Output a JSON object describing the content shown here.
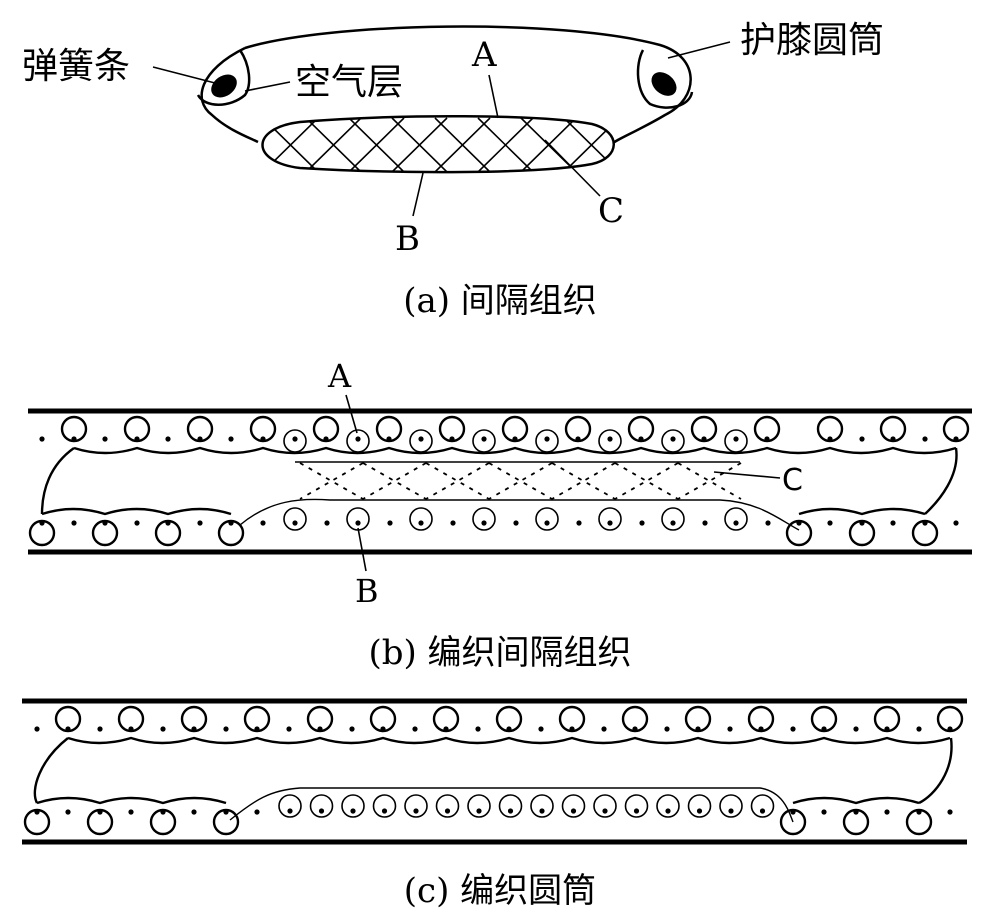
{
  "colors": {
    "ink": "#000000",
    "background": "#ffffff"
  },
  "panel_a": {
    "caption": "(a) 间隔组织",
    "labels": {
      "spring_strip": "弹簧条",
      "air_layer": "空气层",
      "knee_tube": "护膝圆筒",
      "A": "A",
      "B": "B",
      "C": "C"
    }
  },
  "panel_b": {
    "caption": "(b) 编织间隔组织",
    "labels": {
      "A": "A",
      "B": "B",
      "C": "C"
    }
  },
  "panel_c": {
    "caption": "(c) 编织圆筒"
  }
}
